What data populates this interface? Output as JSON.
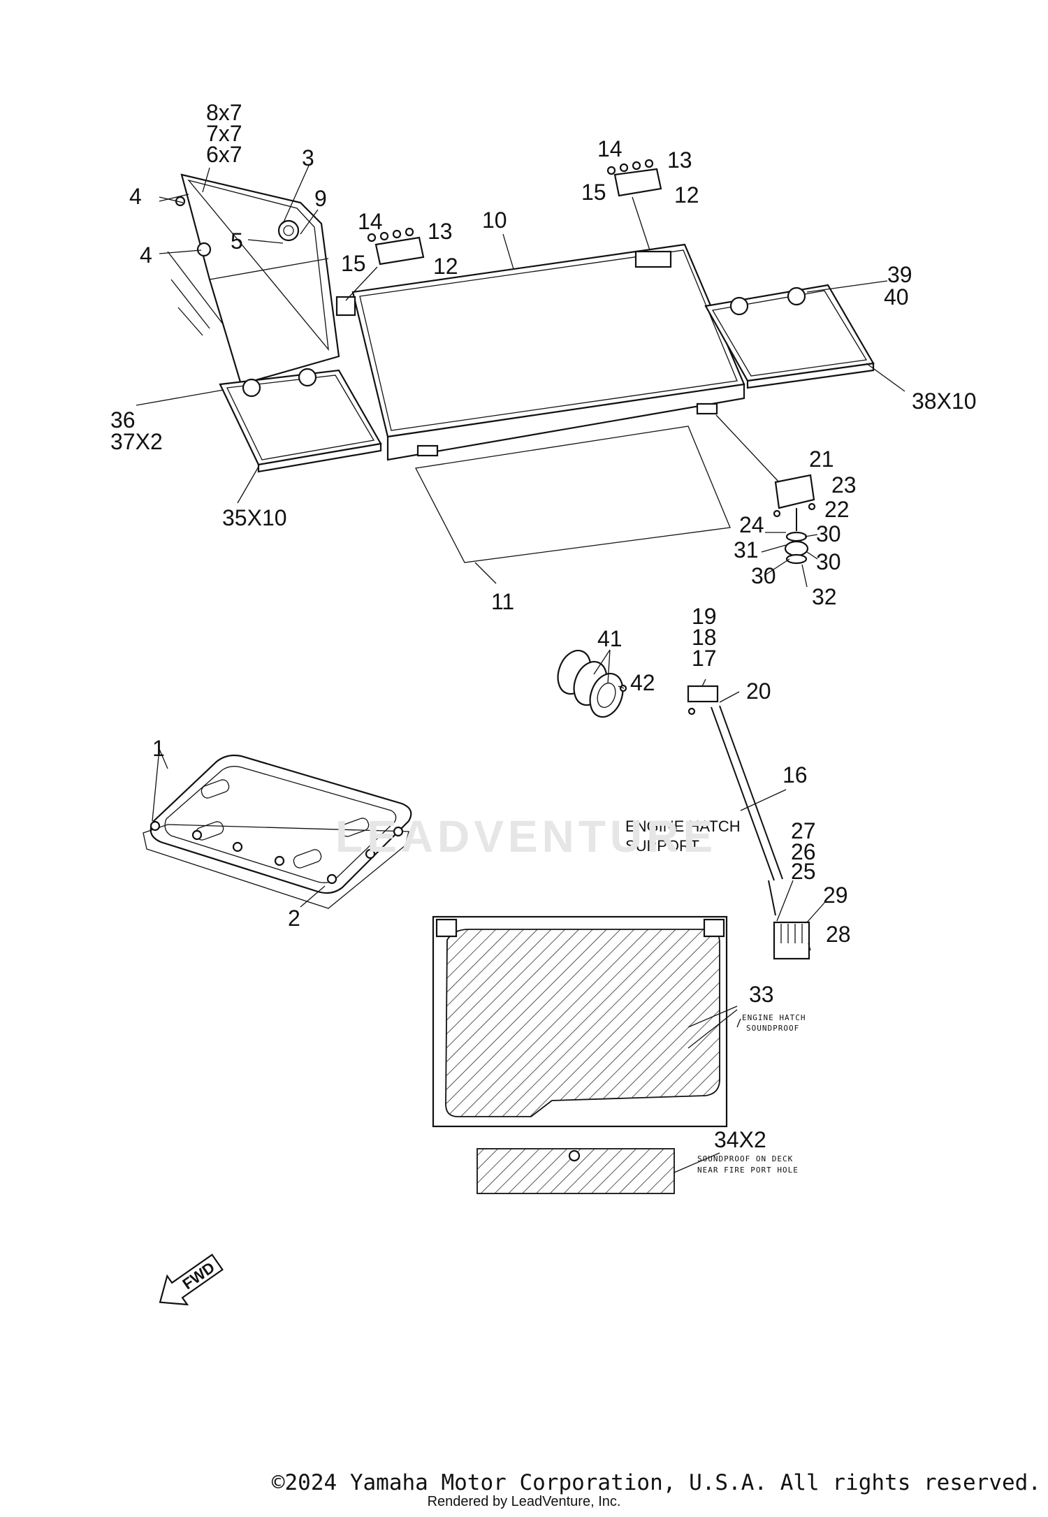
{
  "callouts": [
    {
      "id": "c1",
      "text": "1"
    },
    {
      "id": "c2",
      "text": "2"
    },
    {
      "id": "c3",
      "text": "3"
    },
    {
      "id": "c4a",
      "text": "4"
    },
    {
      "id": "c4b",
      "text": "4"
    },
    {
      "id": "c5",
      "text": "5"
    },
    {
      "id": "c8x7",
      "text": "8x7"
    },
    {
      "id": "c7x7",
      "text": "7x7"
    },
    {
      "id": "c6x7",
      "text": "6x7"
    },
    {
      "id": "c9",
      "text": "9"
    },
    {
      "id": "c10",
      "text": "10"
    },
    {
      "id": "c11",
      "text": "11"
    },
    {
      "id": "c12a",
      "text": "12"
    },
    {
      "id": "c13a",
      "text": "13"
    },
    {
      "id": "c14a",
      "text": "14"
    },
    {
      "id": "c15a",
      "text": "15"
    },
    {
      "id": "c12b",
      "text": "12"
    },
    {
      "id": "c13b",
      "text": "13"
    },
    {
      "id": "c14b",
      "text": "14"
    },
    {
      "id": "c15b",
      "text": "15"
    },
    {
      "id": "c16",
      "text": "16"
    },
    {
      "id": "c17",
      "text": "17"
    },
    {
      "id": "c18",
      "text": "18"
    },
    {
      "id": "c19",
      "text": "19"
    },
    {
      "id": "c20",
      "text": "20"
    },
    {
      "id": "c21",
      "text": "21"
    },
    {
      "id": "c22",
      "text": "22"
    },
    {
      "id": "c23",
      "text": "23"
    },
    {
      "id": "c24",
      "text": "24"
    },
    {
      "id": "c25",
      "text": "25"
    },
    {
      "id": "c26",
      "text": "26"
    },
    {
      "id": "c27",
      "text": "27"
    },
    {
      "id": "c28",
      "text": "28"
    },
    {
      "id": "c29",
      "text": "29"
    },
    {
      "id": "c30a",
      "text": "30"
    },
    {
      "id": "c30b",
      "text": "30"
    },
    {
      "id": "c30c",
      "text": "30"
    },
    {
      "id": "c31",
      "text": "31"
    },
    {
      "id": "c32",
      "text": "32"
    },
    {
      "id": "c33",
      "text": "33"
    },
    {
      "id": "c34",
      "text": "34X2"
    },
    {
      "id": "c35",
      "text": "35X10"
    },
    {
      "id": "c36",
      "text": "36"
    },
    {
      "id": "c37",
      "text": "37X2"
    },
    {
      "id": "c38",
      "text": "38X10"
    },
    {
      "id": "c39",
      "text": "39"
    },
    {
      "id": "c40",
      "text": "40"
    },
    {
      "id": "c41",
      "text": "41"
    },
    {
      "id": "c42",
      "text": "42"
    }
  ],
  "captions": {
    "engine_hatch_support_1": "ENGINE HATCH",
    "engine_hatch_support_2": "SUPPORT",
    "soundproof_39_1": "ENGINE HATCH",
    "soundproof_39_2": "SOUNDPROOF",
    "soundproof_40_1": "SOUNDPROOF ON DECK",
    "soundproof_40_2": "NEAR FIRE PORT HOLE",
    "fwd": "FWD"
  },
  "watermark": "LEADVENTURE",
  "footer": {
    "copyright": "©2024 Yamaha Motor Corporation, U.S.A. All rights reserved.",
    "rendered_by": "Rendered by LeadVenture, Inc."
  }
}
